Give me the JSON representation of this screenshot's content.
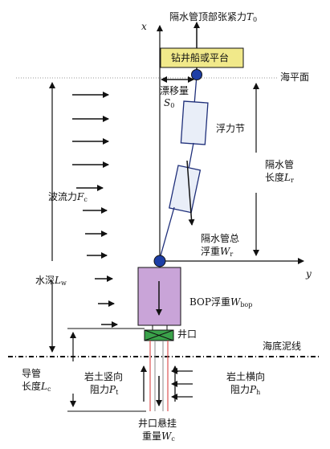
{
  "labels": {
    "axis_x": "x",
    "axis_y": "y",
    "top_tension": "隔水管顶部张紧力",
    "top_tension_sym": "T",
    "top_tension_sub": "0",
    "platform": "钻井船或平台",
    "sea_level": "海平面",
    "drift": "漂移量",
    "drift_sym": "S",
    "drift_sub": "0",
    "buoyancy": "浮力节",
    "riser_length_l1": "隔水管",
    "riser_length_l2": "长度",
    "riser_length_sym": "L",
    "riser_length_sub": "r",
    "wave_force": "波流力",
    "wave_force_sym": "F",
    "wave_force_sub": "c",
    "riser_weight_l1": "隔水管总",
    "riser_weight_l2": "浮重",
    "riser_weight_sym": "W",
    "riser_weight_sub": "r",
    "water_depth": "水深",
    "water_depth_sym": "L",
    "water_depth_sub": "w",
    "bop": "BOP浮重",
    "bop_sym": "W",
    "bop_sub": "bop",
    "wellhead": "井口",
    "mudline": "海底泥线",
    "conductor_l1": "导管",
    "conductor_l2": "长度",
    "conductor_sym": "L",
    "conductor_sub": "c",
    "soil_vertical_l1": "岩土竖向",
    "soil_vertical_l2": "阻力",
    "soil_vertical_sym": "P",
    "soil_vertical_sub": "t",
    "soil_lateral_l1": "岩土横向",
    "soil_lateral_l2": "阻力",
    "soil_lateral_sym": "P",
    "soil_lateral_sub": "h",
    "hang_weight_l1": "井口悬挂",
    "hang_weight_l2": "重量",
    "hang_weight_sym": "W",
    "hang_weight_sub": "c"
  },
  "colors": {
    "platform_fill": "#f1e98a",
    "riser_fill": "#e9eef8",
    "riser_stroke": "#1f2f7a",
    "node_fill": "#1d3ea6",
    "bop_fill": "#c9a4d8",
    "wellhead_fill": "#3aa34a",
    "conductor_red": "#e06060"
  }
}
